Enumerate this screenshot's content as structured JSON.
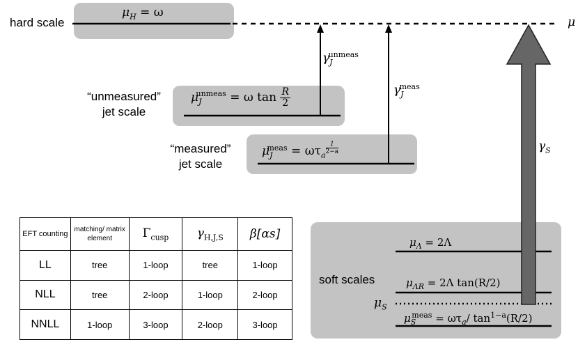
{
  "hard_scale": {
    "label": "hard scale",
    "formula_lhs": "μ",
    "formula_sub": "H",
    "formula_rhs": "= ω"
  },
  "axis_label": "μ",
  "unmeasured_jet": {
    "label_line1": "“unmeasured”",
    "label_line2": "jet scale",
    "formula_lhs": "μ",
    "formula_sub": "J",
    "formula_sup": "unmeas",
    "formula_rhs": "= ω tan",
    "frac_num": "R",
    "frac_den": "2"
  },
  "measured_jet": {
    "label_line1": "“measured”",
    "label_line2": "jet scale",
    "formula_lhs": "μ",
    "formula_sub": "J",
    "formula_sup": "meas",
    "formula_rhs": "= ωτ",
    "formula_rhs_sub": "a",
    "formula_exp_num": "1",
    "formula_exp_den": "2−a"
  },
  "gamma_unmeas": {
    "symbol": "γ",
    "sub": "J",
    "sup": "unmeas"
  },
  "gamma_meas": {
    "symbol": "γ",
    "sub": "J",
    "sup": "meas"
  },
  "gamma_S": {
    "symbol": "γ",
    "sub": "S"
  },
  "soft": {
    "label": "soft scales",
    "mu_S_symbol": "μ",
    "mu_S_sub": "S",
    "lambda_lhs": "μ",
    "lambda_sub": "Λ",
    "lambda_rhs": "= 2Λ",
    "lambdaR_lhs": "μ",
    "lambdaR_sub": "ΛR",
    "lambdaR_rhs": "= 2Λ tan(R/2)",
    "meas_lhs": "μ",
    "meas_sub": "S",
    "meas_sup": "meas",
    "meas_rhs": "= ωτ",
    "meas_rhs_sub": "a",
    "meas_rhs2": "/ tan",
    "meas_rhs2_sup": "1−a",
    "meas_rhs3": "(R/2)"
  },
  "table": {
    "headers": [
      "EFT counting",
      "matching/ matrix element",
      "Γ",
      "γ",
      "β[α"
    ],
    "header_subs": [
      "",
      "",
      "cusp",
      "H,J,S",
      ""
    ],
    "header_tail": [
      "",
      "",
      "",
      "",
      "s]"
    ],
    "rows": [
      [
        "LL",
        "tree",
        "1-loop",
        "tree",
        "1-loop"
      ],
      [
        "NLL",
        "tree",
        "2-loop",
        "1-loop",
        "2-loop"
      ],
      [
        "NNLL",
        "1-loop",
        "3-loop",
        "2-loop",
        "3-loop"
      ]
    ]
  },
  "colors": {
    "box_fill": "#c3c3c3",
    "arrow_fill": "#666666",
    "line": "#000000"
  }
}
